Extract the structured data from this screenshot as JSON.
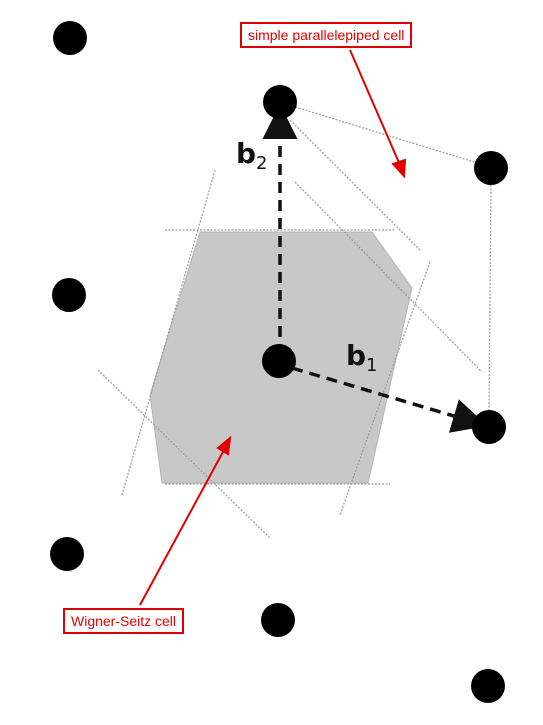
{
  "labels": {
    "parallelepiped_cell": "simple parallelepiped cell",
    "wigner_seitz_cell": "Wigner-Seitz cell"
  },
  "vectors": {
    "b1": {
      "base": "b",
      "subscript": "1"
    },
    "b2": {
      "base": "b",
      "subscript": "2"
    }
  },
  "colors": {
    "annotation": "#e00000",
    "lattice_point": "#000000",
    "wigner_seitz_fill": "#c8c8c8",
    "cell_edge": "#aaaaaa"
  }
}
